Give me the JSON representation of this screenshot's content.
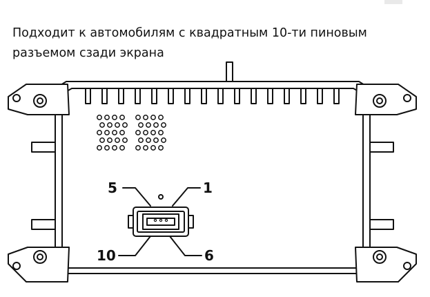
{
  "caption": {
    "line1": "Подходит к автомобилям с квадратным 10-ти пиновым",
    "line2": "разъемом сзади экрана"
  },
  "pin_labels": {
    "top_left": "5",
    "top_right": "1",
    "bottom_left": "10",
    "bottom_right": "6"
  },
  "colors": {
    "line": "#111111",
    "background": "#ffffff"
  }
}
